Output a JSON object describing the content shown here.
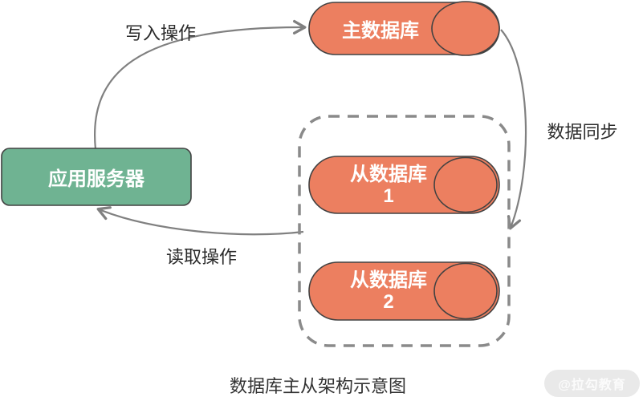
{
  "diagram": {
    "caption": "数据库主从架构示意图",
    "watermark": "@拉勾教育",
    "nodes": {
      "app_server": {
        "label": "应用服务器",
        "fill": "#6FB392"
      },
      "master_db": {
        "label": "主数据库",
        "fill": "#EC7F60"
      },
      "slave_db_1": {
        "label": "从数据库",
        "number": "1",
        "fill": "#EC7F60"
      },
      "slave_db_2": {
        "label": "从数据库",
        "number": "2",
        "fill": "#EC7F60"
      }
    },
    "edges": {
      "write": {
        "label": "写入操作",
        "from": "app_server",
        "to": "master_db"
      },
      "read": {
        "label": "读取操作",
        "from": "slave_group",
        "to": "app_server"
      },
      "sync": {
        "label": "数据同步",
        "from": "master_db",
        "to": "slave_group"
      }
    },
    "colors": {
      "node_green": "#6FB392",
      "node_orange": "#EC7F60",
      "shape_border": "#424242",
      "edge_gray": "#808080",
      "dashed_border": "#8A8A8A",
      "text_dark": "#2b2b2b",
      "watermark_bg": "#e9e9e9"
    }
  }
}
